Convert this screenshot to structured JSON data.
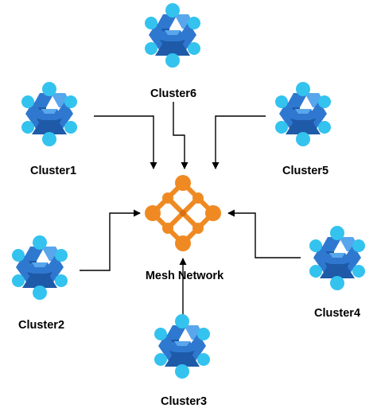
{
  "colors": {
    "hex_dark": "#1e5aa8",
    "hex_mid": "#2f78d0",
    "hex_light": "#58a6ec",
    "node_cyan": "#33c3ee",
    "mesh_orange": "#ef8a23",
    "mesh_orange_dark": "#d66f10",
    "connector": "#000000"
  },
  "mesh": {
    "label": "Mesh Network",
    "icon": "mesh-network-icon"
  },
  "clusters": [
    {
      "id": "cluster6",
      "label": "Cluster6",
      "icon": "kubernetes-cluster-icon"
    },
    {
      "id": "cluster1",
      "label": "Cluster1",
      "icon": "kubernetes-cluster-icon"
    },
    {
      "id": "cluster5",
      "label": "Cluster5",
      "icon": "kubernetes-cluster-icon"
    },
    {
      "id": "cluster2",
      "label": "Cluster2",
      "icon": "kubernetes-cluster-icon"
    },
    {
      "id": "cluster4",
      "label": "Cluster4",
      "icon": "kubernetes-cluster-icon"
    },
    {
      "id": "cluster3",
      "label": "Cluster3",
      "icon": "kubernetes-cluster-icon"
    }
  ],
  "connections": [
    {
      "from": "cluster1",
      "to": "mesh"
    },
    {
      "from": "cluster6",
      "to": "mesh"
    },
    {
      "from": "cluster5",
      "to": "mesh"
    },
    {
      "from": "cluster2",
      "to": "mesh"
    },
    {
      "from": "cluster4",
      "to": "mesh"
    },
    {
      "from": "cluster3",
      "to": "mesh"
    }
  ]
}
